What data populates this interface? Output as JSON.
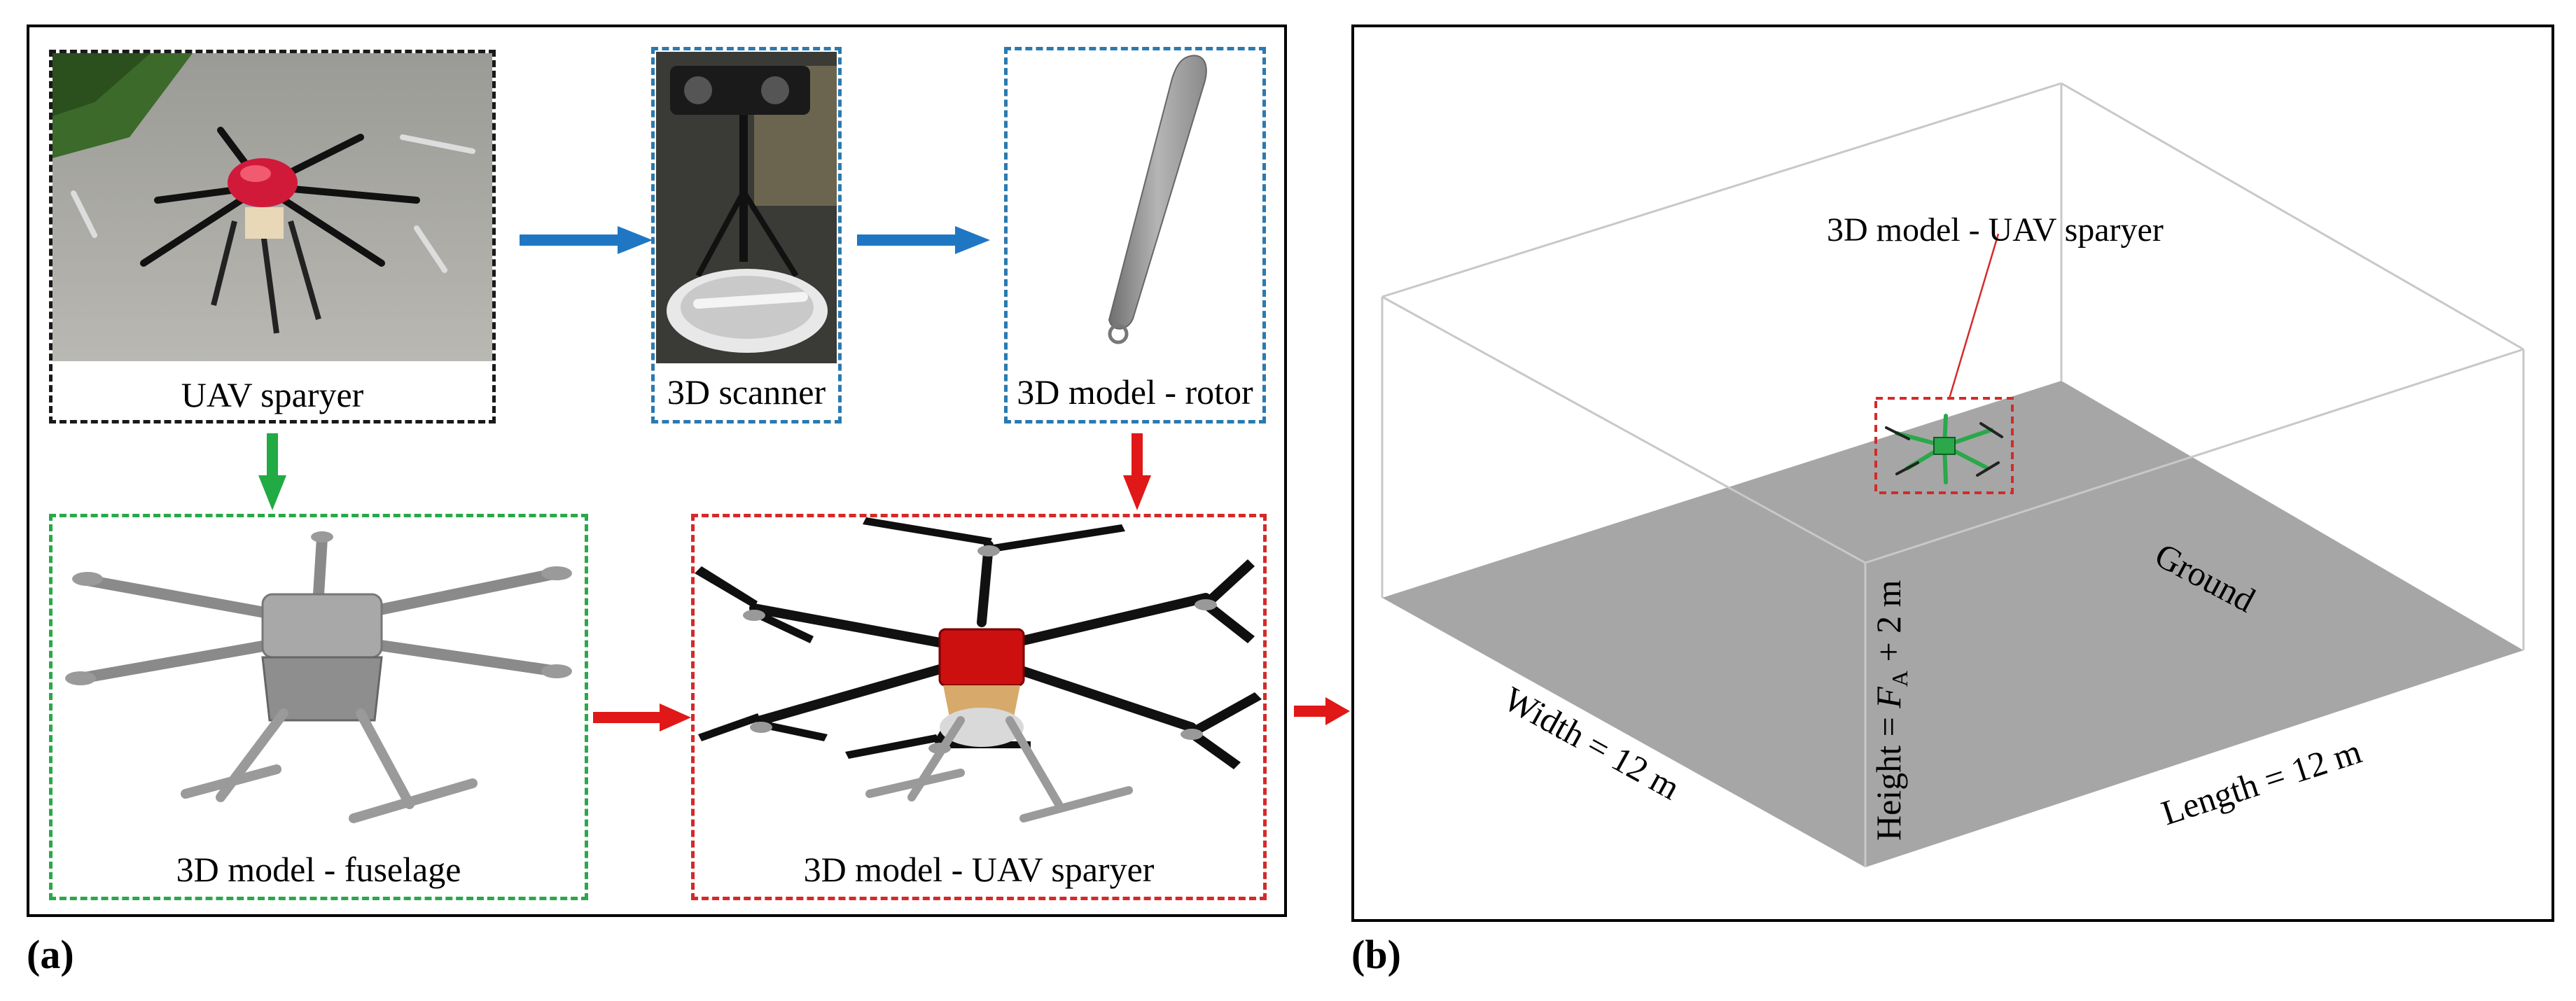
{
  "panel_a": {
    "label": "(a)",
    "uav_sparyer": "UAV sparyer",
    "scanner": "3D scanner",
    "rotor": "3D model - rotor",
    "fuselage": "3D model - fuselage",
    "uav_model": "3D model - UAV sparyer"
  },
  "panel_b": {
    "label": "(b)",
    "model_label": "3D model - UAV sparyer",
    "ground": "Ground",
    "width": "Width = 12 m",
    "length": "Length = 12 m",
    "height_prefix": "Height = ",
    "height_var": "F",
    "height_sub": "A",
    "height_suffix": " + 2 m"
  },
  "colors": {
    "black_box": "#1a1a1a",
    "blue_box": "#2a7ab0",
    "green_box": "#2aa84a",
    "red_box": "#d42a2a",
    "blue_arrow": "#1f77c4",
    "green_arrow": "#22aa44",
    "red_arrow": "#e01818",
    "ground_fill": "#a6a6a6"
  }
}
